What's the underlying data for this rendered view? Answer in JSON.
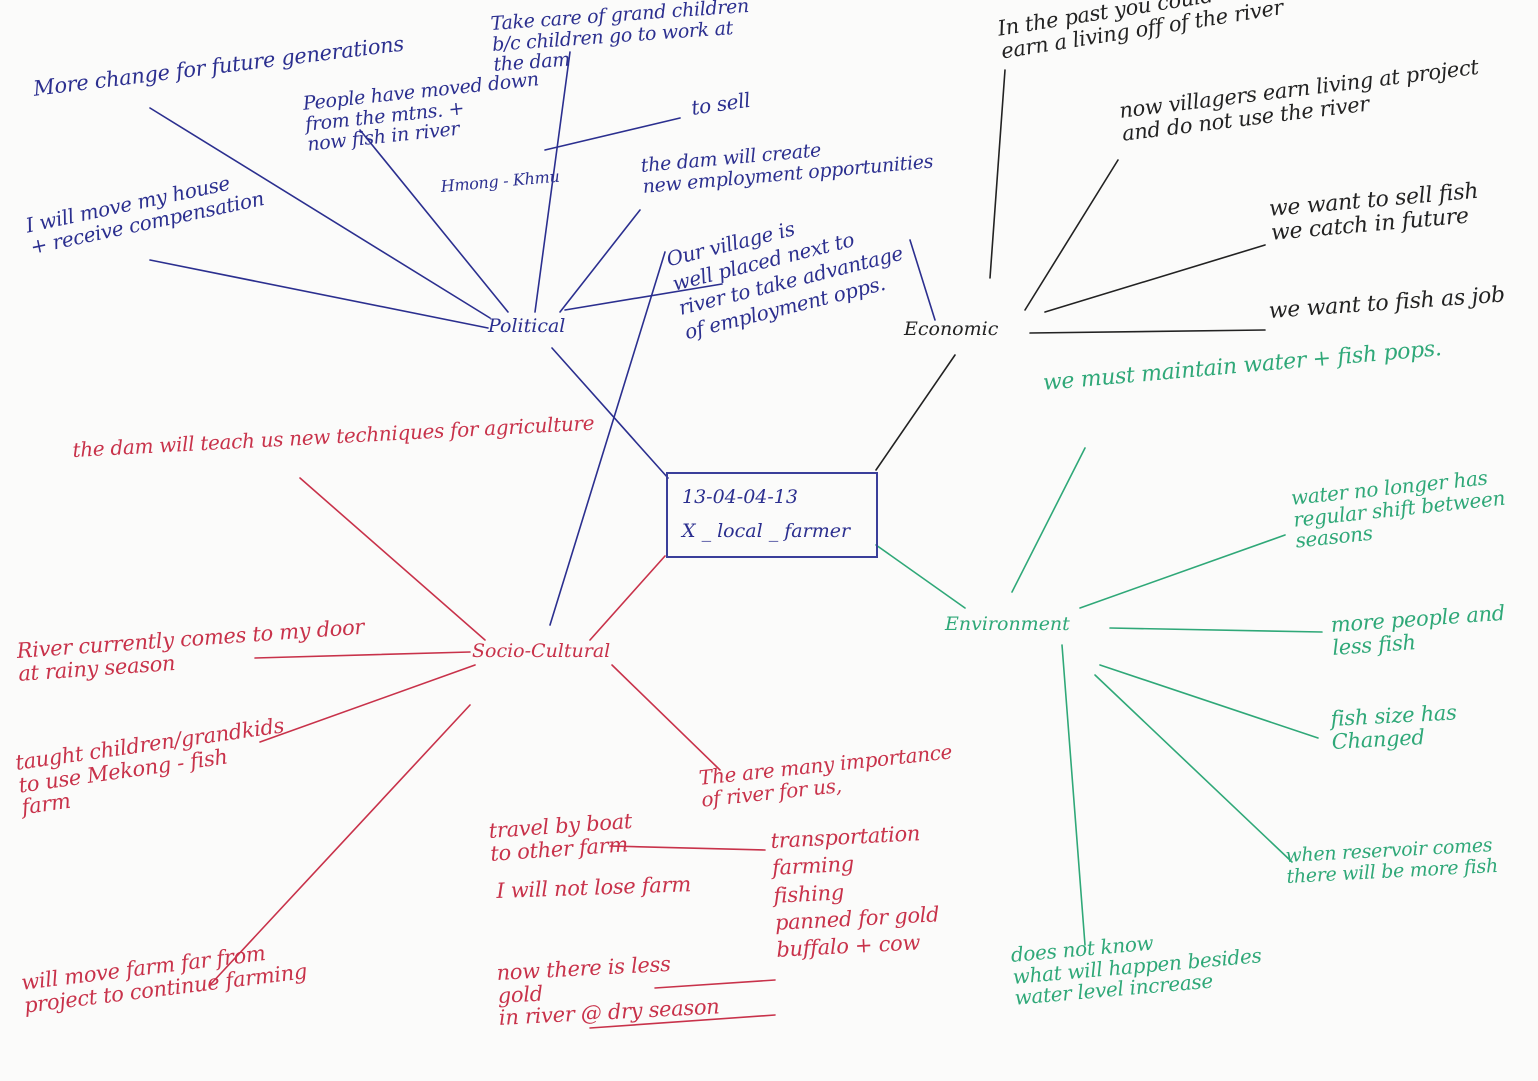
{
  "colors": {
    "political": "#2b2f8f",
    "economic": "#222222",
    "socio_cultural": "#c8324a",
    "environment": "#2fa878"
  },
  "center": {
    "line1": "13-04-04-13",
    "line2": "X _ local _ farmer"
  },
  "categories": {
    "political": "Political",
    "economic": "Economic",
    "socio_cultural": "Socio-Cultural",
    "environment": "Environment"
  },
  "political": {
    "future_generations": "More change for future generations",
    "grandchildren": "Take care of grand children\nb/c children go to work at\nthe dam",
    "moved_down": "People have moved down\nfrom the mtns. +\nnow fish in river",
    "hmong_khmu": "Hmong - Khmu",
    "to_sell": "to sell",
    "employment": "the dam will create\nnew employment opportunities",
    "move_house": "I will move my house\n+ receive compensation",
    "village_placed": "Our village is\nwell placed next to\nriver to take advantage\nof employment opps."
  },
  "economic": {
    "past_living": "In the past you could\nearn a living off of the river",
    "now_project": "now villagers earn living at project\nand do not use the river",
    "sell_fish": "we want to sell fish\nwe catch in future",
    "fish_job": "we want to fish as job"
  },
  "socio_cultural": {
    "techniques": "the dam will teach us new techniques for agriculture",
    "river_door": "River currently comes to my door\nat rainy season",
    "taught_children": "taught children/grandkids\nto use Mekong - fish\nfarm",
    "importance": "The are many importance\nof river for us,",
    "travel_boat": "travel by boat\nto other farm",
    "lose_farm": "I will not lose farm",
    "uses": "transportation\nfarming\nfishing\npanned for gold\nbuffalo + cow",
    "less_gold": "now there is less\ngold\nin river @ dry season",
    "move_farm": "will move farm far from\nproject to continue farming"
  },
  "environment": {
    "maintain": "we must maintain water + fish pops.",
    "seasons": "water no longer has\nregular shift between\nseasons",
    "more_people": "more people and\nless fish",
    "fish_size": "fish size has\nChanged",
    "reservoir": "when reservoir comes\nthere will be more fish",
    "not_know": "does not know\nwhat will happen besides\nwater level increase"
  }
}
